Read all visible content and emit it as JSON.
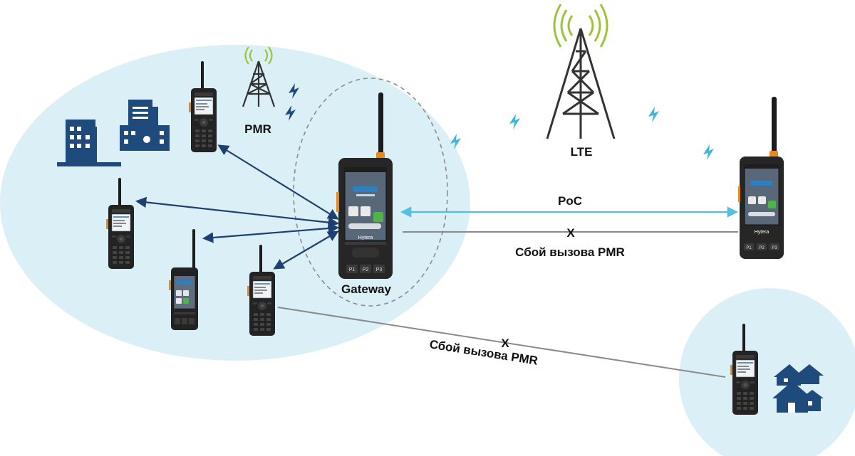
{
  "labels": {
    "pmr": "PMR",
    "lte": "LTE",
    "poc": "PoC",
    "gateway": "Gateway",
    "fail_mark_top": "X",
    "fail_text_top": "Сбой вызова PMR",
    "fail_mark_bottom": "X",
    "fail_text_bottom": "Сбой вызова PMR"
  },
  "device_brand": "Hytera",
  "device_keys": [
    "P1",
    "P2",
    "P3"
  ],
  "colors": {
    "zone_fill": "#daeff6",
    "arrow_pmr": "#1e3f72",
    "arrow_poc": "#55bfe3",
    "failed_link": "#8a8a8a",
    "building": "#1e4a7c",
    "signal_green": "#9cc43a",
    "lightning": "#3fb6dd",
    "gateway_ring": "#8c8c8c"
  },
  "icons": {
    "pmr_tower": "radio-tower-icon",
    "lte_tower": "lte-tower-icon",
    "buildings": "city-buildings-icon",
    "houses": "houses-icon",
    "signal": "lightning-signal-icon"
  }
}
